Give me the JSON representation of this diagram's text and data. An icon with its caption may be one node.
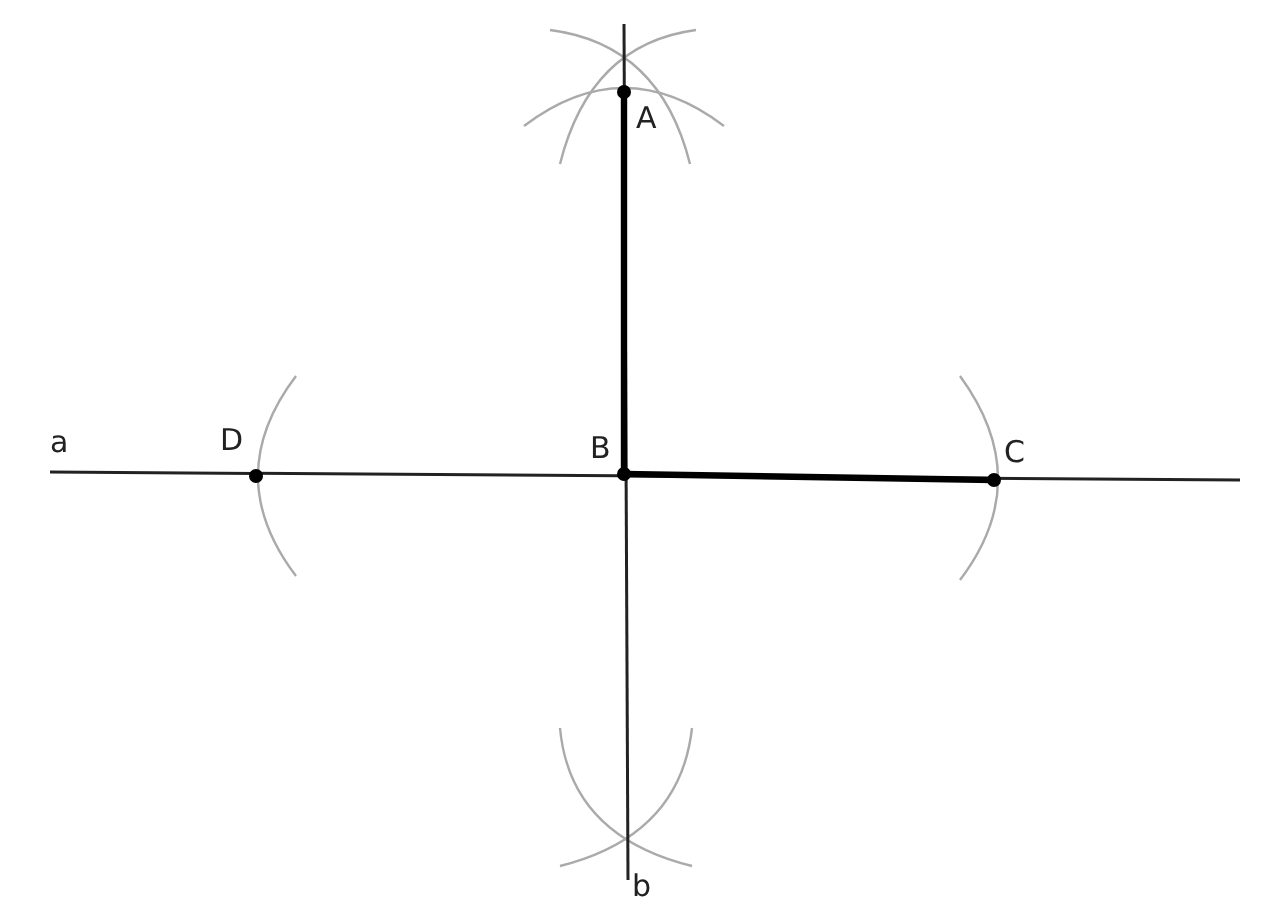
{
  "diagram": {
    "labels": [
      "A",
      "a",
      "D",
      "B",
      "C",
      "b"
    ]
  }
}
